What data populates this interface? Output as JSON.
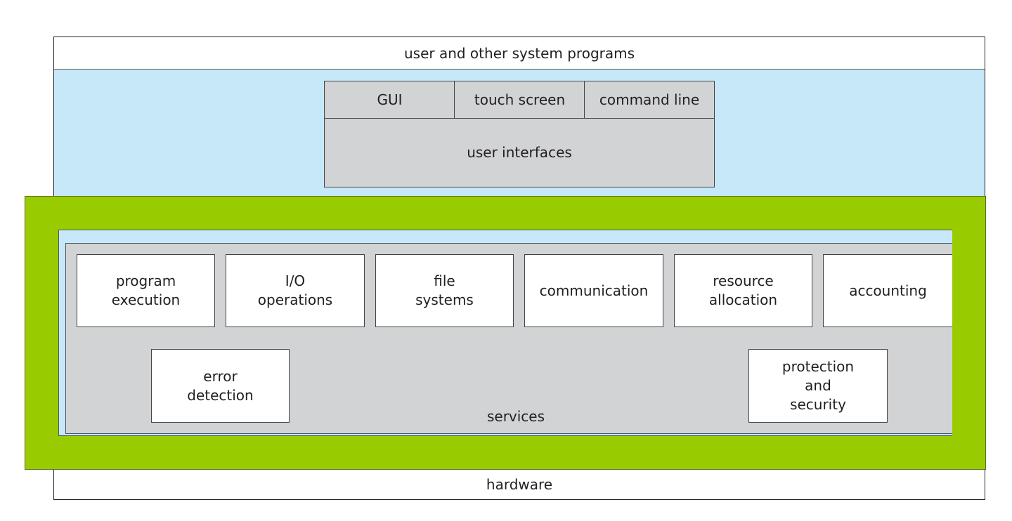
{
  "diagram": {
    "type": "operating-system-services",
    "colors": {
      "user_programs_band": "#ffffff",
      "interface_band": "#c7e8f9",
      "system_calls_frame": "#99cc00",
      "services_panel": "#d1d3d4",
      "service_box": "#ffffff",
      "border": "#444444"
    },
    "layers": {
      "top": "user and other system programs",
      "bottom": "hardware"
    },
    "user_interfaces": {
      "label": "user interfaces",
      "types": [
        "GUI",
        "touch screen",
        "command line"
      ]
    },
    "services": {
      "label": "services",
      "items": [
        "program\nexecution",
        "I/O\noperations",
        "file\nsystems",
        "communication",
        "resource\nallocation",
        "accounting",
        "error\ndetection",
        "protection\nand\nsecurity"
      ]
    }
  }
}
